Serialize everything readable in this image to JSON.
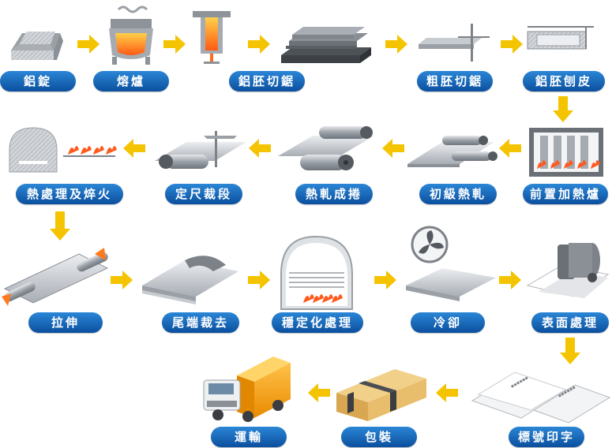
{
  "steps": [
    {
      "id": "aluminum-ingot",
      "label": "鋁錠"
    },
    {
      "id": "melting-furnace",
      "label": "熔爐"
    },
    {
      "id": "slab-sawing",
      "label": "鋁胚切鋸"
    },
    {
      "id": "rough-sawing",
      "label": "粗胚切鋸"
    },
    {
      "id": "slab-scalping",
      "label": "鋁胚刨皮"
    },
    {
      "id": "preheating-furnace",
      "label": "前置加熱爐"
    },
    {
      "id": "initial-hot-rolling",
      "label": "初級熱軋"
    },
    {
      "id": "hot-rolling-coiling",
      "label": "熱軋成捲"
    },
    {
      "id": "cut-to-length",
      "label": "定尺裁段"
    },
    {
      "id": "heat-treatment-quenching",
      "label": "熱處理及焠火"
    },
    {
      "id": "stretching",
      "label": "拉伸"
    },
    {
      "id": "end-trimming",
      "label": "尾端裁去"
    },
    {
      "id": "stabilizing-treatment",
      "label": "穩定化處理"
    },
    {
      "id": "cooling",
      "label": "冷卻"
    },
    {
      "id": "surface-treatment",
      "label": "表面處理"
    },
    {
      "id": "marking-printing",
      "label": "標號印字"
    },
    {
      "id": "packaging",
      "label": "包裝"
    },
    {
      "id": "shipping",
      "label": "運輸"
    }
  ],
  "colors": {
    "label_top": "#2b86d6",
    "label_bottom": "#0b4f9e",
    "arrow": "#f5c400",
    "flame": "#ff5a1e",
    "metal": "#b8bcc2",
    "truck_cargo": "#f4a61c",
    "box": "#e0b86a"
  }
}
